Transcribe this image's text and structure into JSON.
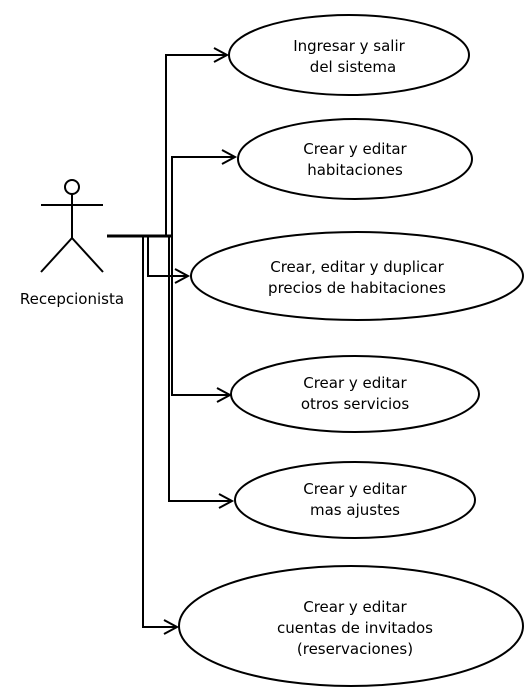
{
  "diagram": {
    "actor": {
      "label": "Recepcionista"
    },
    "use_cases": [
      {
        "lines": [
          "Ingresar y salir",
          "del sistema"
        ]
      },
      {
        "lines": [
          "Crear y editar",
          "habitaciones"
        ]
      },
      {
        "lines": [
          "Crear, editar y duplicar",
          "precios de habitaciones"
        ]
      },
      {
        "lines": [
          "Crear y editar",
          "otros servicios"
        ]
      },
      {
        "lines": [
          "Crear y editar",
          "mas ajustes"
        ]
      },
      {
        "lines": [
          "Crear y editar",
          "cuentas de invitados",
          "(reservaciones)"
        ]
      }
    ]
  }
}
